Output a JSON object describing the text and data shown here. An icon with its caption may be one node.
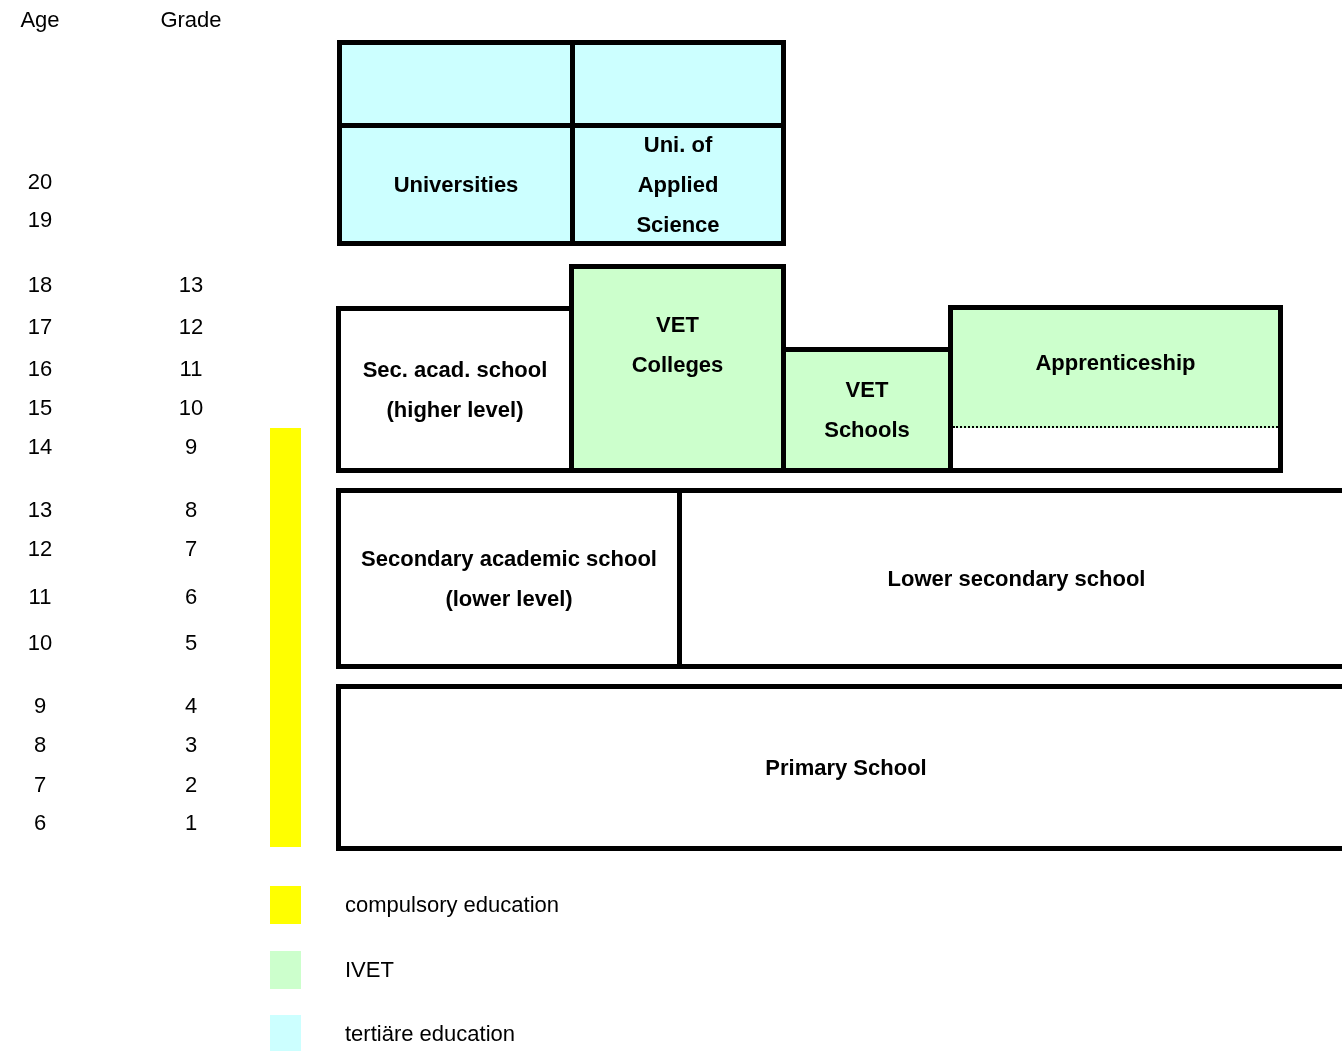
{
  "diagram": {
    "nodes": [
      {
        "text": [],
        "shape": "box"
      },
      {
        "text": [],
        "shape": "box"
      },
      {
        "text": [
          "Universities"
        ]
      },
      {
        "text": [
          "Uni. of Applied Science"
        ]
      },
      {
        "text": [
          "Sec. acad. school (higher level)"
        ]
      },
      {
        "text": [
          "VET Colleges"
        ]
      },
      {
        "text": [
          "VET Schools"
        ]
      },
      {
        "text": [
          "Apprenticeship"
        ]
      },
      {
        "text": [
          "Secondary academic school (lower level)"
        ]
      },
      {
        "text": [
          "Lower secondary school"
        ]
      },
      {
        "text": [
          "Primary School"
        ]
      },
      {
        "text": [],
        "shape": "bar"
      }
    ],
    "labels": [
      "Age",
      "Grade",
      "20",
      "19",
      "18",
      "13",
      "17",
      "12",
      "16",
      "11",
      "15",
      "10",
      "14",
      "9",
      "13",
      "8",
      "12",
      "7",
      "11",
      "6",
      "10",
      "5",
      "9",
      "4",
      "8",
      "3",
      "7",
      "2",
      "6",
      "1"
    ],
    "legend": [
      {
        "text": "compulsory education",
        "color": "#ffff00"
      },
      {
        "text": "IVET",
        "color": "#ccffcc"
      },
      {
        "text": "tertiäre education",
        "color": "#ccffff"
      }
    ]
  }
}
